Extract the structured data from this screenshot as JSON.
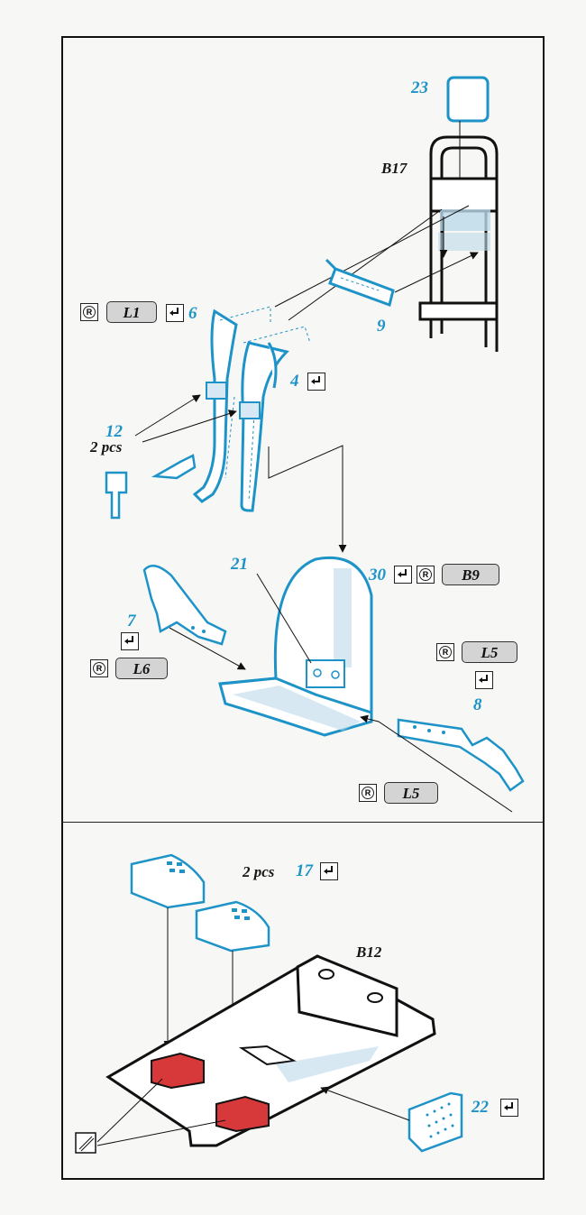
{
  "colors": {
    "etch_blue": "#1d93c8",
    "resin_red": "#d7393a",
    "grey_tab": "#d4d4d4",
    "ink": "#151515"
  },
  "icons": {
    "resin": "registered-circle-icon",
    "bend": "bend-arrow-icon",
    "surface": "texture-square-icon"
  },
  "upper": {
    "p23": "23",
    "b17": "B17",
    "p9": "9",
    "p6": "6",
    "l1": "L1",
    "p4": "4",
    "p12": "12",
    "p12_qty": "2 pcs",
    "p21": "21",
    "p30": "30",
    "b9": "B9",
    "p7": "7",
    "l6": "L6",
    "l5_top": "L5",
    "p8": "8",
    "l5_bottom": "L5",
    "resin_mark": "R"
  },
  "lower": {
    "qty": "2 pcs",
    "p17": "17",
    "b12": "B12",
    "p22": "22"
  }
}
